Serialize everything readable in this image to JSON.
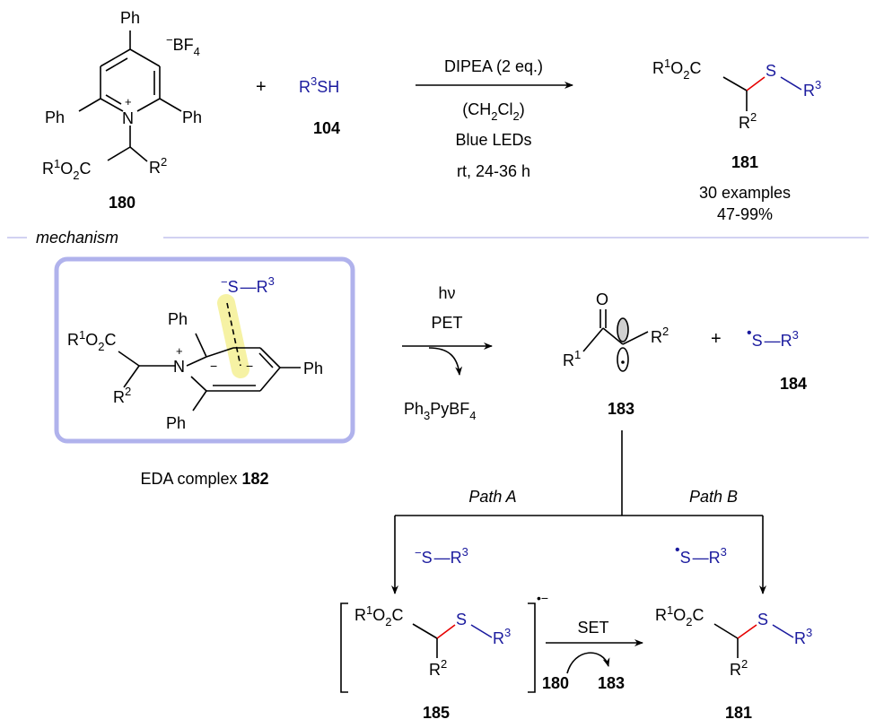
{
  "colors": {
    "bond": "#000000",
    "thiol_blue": "#1a1a9e",
    "new_bond_red": "#e60000",
    "divider": "#b6b8ea",
    "eda_box": "#b0b2ec",
    "highlight": "#f6f2a4"
  },
  "reaction": {
    "pyridinium": {
      "label": "180",
      "ph_top": "Ph",
      "ph_left": "Ph",
      "ph_right": "Ph",
      "counterion": "BF",
      "counterion_sub": "4",
      "n_plus": "+",
      "ester": "R1O2C",
      "r2": "R2"
    },
    "plus": "+",
    "thiol": {
      "text": "R3SH",
      "label": "104"
    },
    "conditions": {
      "above": "DIPEA (2 eq.)",
      "solvent": "(CH2Cl2)",
      "light": "Blue LEDs",
      "time": "rt, 24-36 h"
    },
    "product": {
      "label": "181",
      "examples": "30 examples",
      "yield": "47-99%"
    }
  },
  "mechanism": {
    "title": "mechanism",
    "eda_label_prefix": "EDA complex ",
    "eda_label_number": "182",
    "pet_top": "hν",
    "pet_mid": "PET",
    "byproduct": "Ph3PyBF4",
    "radical_label": "183",
    "thiyl_label": "184",
    "path_a": "Path A",
    "path_b": "Path B",
    "radical_anion_label": "185",
    "set": "SET",
    "set_left": "180",
    "set_right": "183",
    "final_label": "181"
  }
}
